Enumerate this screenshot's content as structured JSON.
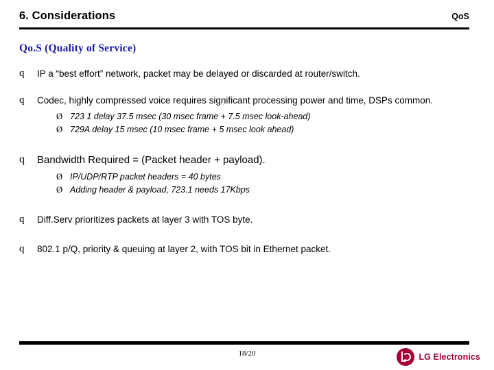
{
  "header": {
    "title": "6. Considerations",
    "right_label": "QoS"
  },
  "body": {
    "subtitle": "Qo.S (Quality of Service)",
    "bullet_marker": "q",
    "sub_marker": "Ø",
    "bullets": [
      {
        "text": "IP a “best effort” network, packet may be delayed or discarded at router/switch.",
        "size": "normal",
        "sub_items": []
      },
      {
        "text": "Codec, highly compressed voice requires significant processing power and time, DSPs common.",
        "size": "normal",
        "sub_items": [
          "723 1 delay 37.5 msec (30 msec frame + 7.5 msec look-ahead)",
          "729A delay 15 msec (10 msec frame + 5 msec look ahead)"
        ]
      },
      {
        "text": "Bandwidth Required = (Packet header + payload).",
        "size": "large",
        "sub_items": [
          "IP/UDP/RTP packet headers = 40 bytes",
          "Adding header & payload, 723.1 needs 17Kbps"
        ]
      },
      {
        "text": "Diff.Serv prioritizes packets at layer 3 with TOS byte.",
        "size": "normal",
        "sub_items": []
      },
      {
        "text": "802.1 p/Q, priority & queuing at layer 2, with TOS bit in Ethernet packet.",
        "size": "normal",
        "sub_items": []
      }
    ]
  },
  "footer": {
    "page_number": "18/20",
    "logo_text": "LG Electronics"
  }
}
